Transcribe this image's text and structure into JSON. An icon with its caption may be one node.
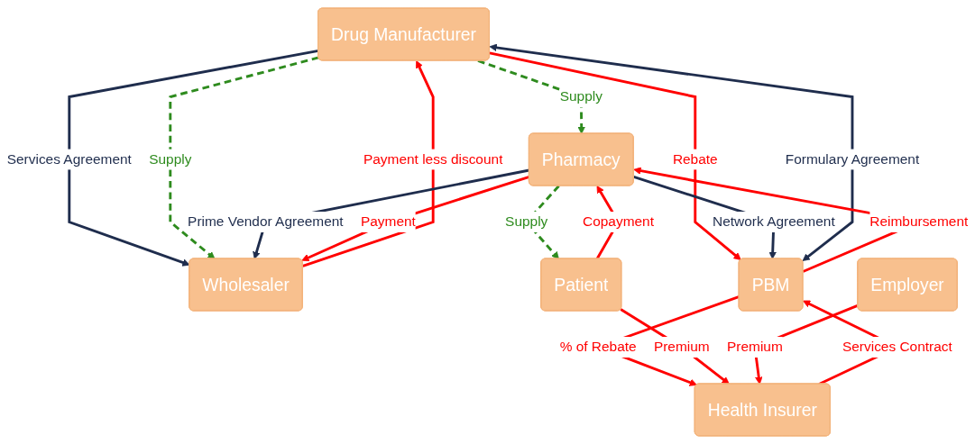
{
  "diagram": {
    "nodes": [
      {
        "text": [
          "Drug Manufacturer"
        ]
      },
      {
        "text": [
          "Wholesaler"
        ]
      },
      {
        "text": [
          "PBM"
        ]
      },
      {
        "text": [
          "Pharmacy"
        ]
      },
      {
        "text": [
          "Health Insurer"
        ]
      },
      {
        "text": [
          "Patient"
        ]
      },
      {
        "text": [
          "Employer"
        ]
      }
    ],
    "edges": [
      {
        "from": 1,
        "to": 0,
        "arrow": "to",
        "label": "Payment less discount"
      },
      {
        "from": 0,
        "to": 1,
        "arrow": "to",
        "label": "Services Agreement",
        "color": "#1f2d4d"
      },
      {
        "from": 0,
        "to": 1,
        "arrow": "to",
        "label": "Supply",
        "style": "dashed",
        "color": "#2e8b1e"
      },
      {
        "from": 0,
        "to": 3,
        "arrow": "to",
        "label": "Supply",
        "style": "dashed",
        "color": "#2e8b1e"
      },
      {
        "from": 0,
        "to": 2,
        "arrow": "to",
        "label": "Rebate"
      },
      {
        "from": 2,
        "to": 0,
        "arrow": "both",
        "label": "Formulary Agreement",
        "color": "#1f2d4d"
      },
      {
        "from": 4,
        "to": 2,
        "arrow": "to",
        "label": "Services Contract"
      },
      {
        "from": 2,
        "to": 4,
        "arrow": "to",
        "label": "% of Rebate"
      },
      {
        "from": 2,
        "to": 3,
        "arrow": "to",
        "label": "Reimbursement"
      },
      {
        "from": 3,
        "to": 2,
        "arrow": "to",
        "label": "Network Agreement",
        "color": "#1f2d4d"
      },
      {
        "from": 3,
        "to": 1,
        "arrow": "to",
        "label": "Prime Vendor Agreement",
        "color": "#1f2d4d"
      },
      {
        "from": 3,
        "to": 1,
        "arrow": "to",
        "label": "Payment"
      },
      {
        "from": 5,
        "to": 3,
        "arrow": "to",
        "label": "Copayment"
      },
      {
        "from": 3,
        "to": 5,
        "arrow": "to",
        "label": "Supply",
        "style": "dashed",
        "color": "#2e8b1e"
      },
      {
        "from": 5,
        "to": 4,
        "arrow": "to",
        "label": "Premium"
      },
      {
        "from": 6,
        "to": 4,
        "arrow": "to",
        "label": "Premium"
      }
    ]
  }
}
